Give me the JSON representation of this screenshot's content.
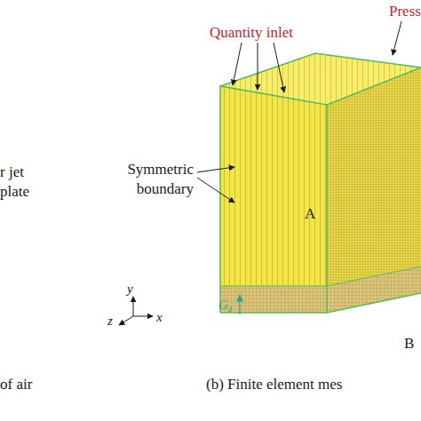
{
  "diagram": {
    "caption": "(b) Finite element mes",
    "labels": [
      "r jet",
      "plate",
      "Quantity inlet",
      "Press",
      "Symmetric boundary",
      "A",
      "y",
      "z",
      "x",
      "G",
      "z",
      "B",
      "of air"
    ]
  }
}
